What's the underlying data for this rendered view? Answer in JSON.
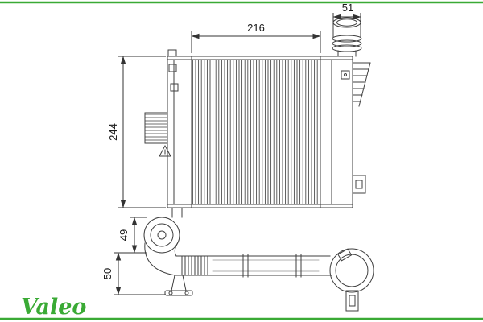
{
  "brand": {
    "logo_text": "Valeo",
    "accent_color": "#3aaa35"
  },
  "drawing": {
    "line_color": "#3f3f3f",
    "dimensions": {
      "core_width_mm": "216",
      "inlet_width_mm": "51",
      "core_height_mm": "244",
      "flange_diameter_mm": "49",
      "tube_height_mm": "50"
    }
  }
}
